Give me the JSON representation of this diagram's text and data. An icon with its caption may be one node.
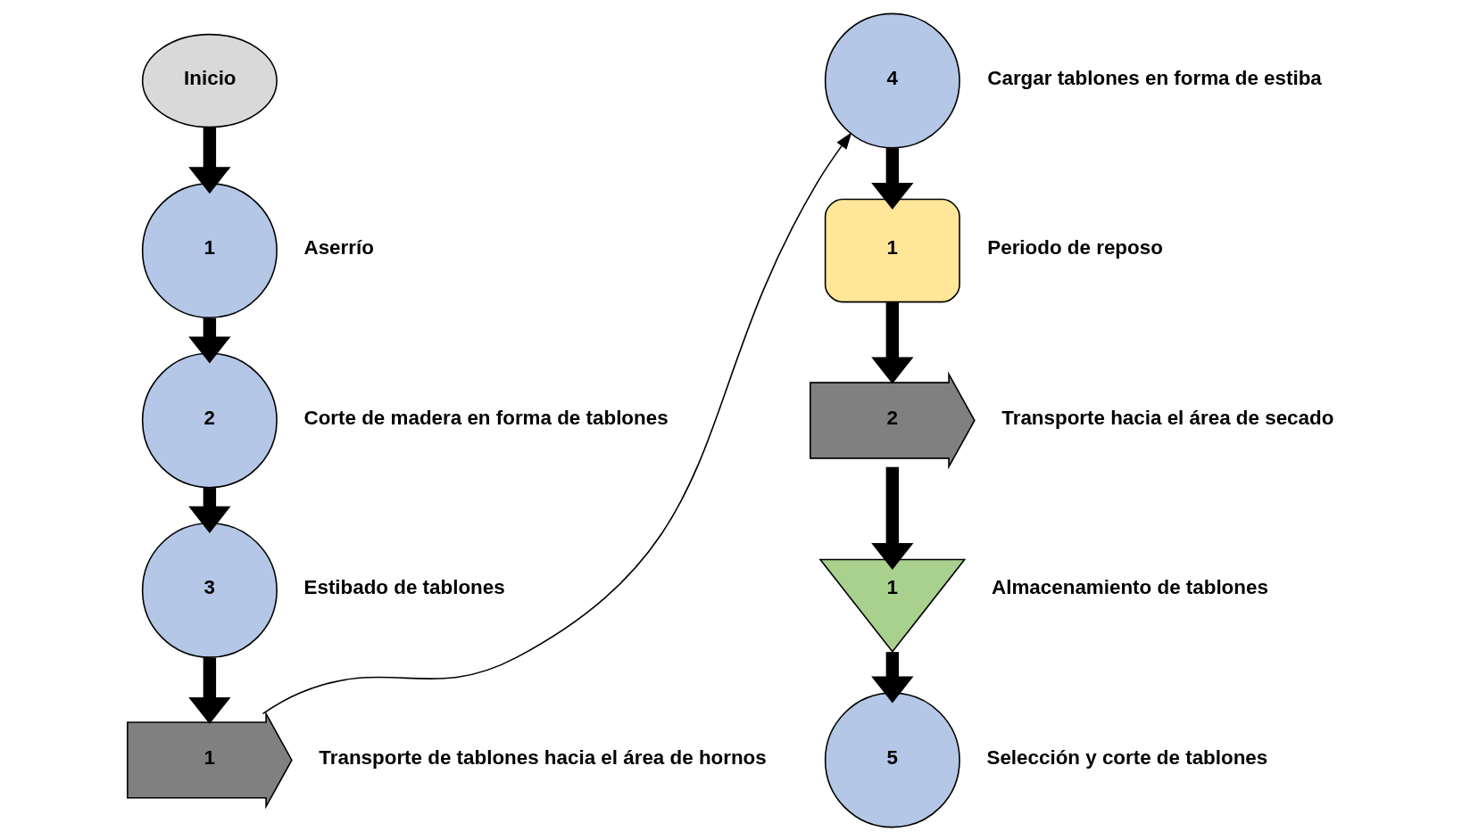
{
  "diagram": {
    "nodes": [
      {
        "text": [
          "Inicio"
        ]
      },
      {
        "text": [
          "1"
        ],
        "beside": [
          "Aserrío"
        ]
      },
      {
        "text": [
          "2"
        ],
        "beside": [
          "Corte de madera en forma de tablones"
        ]
      },
      {
        "text": [
          "3"
        ],
        "beside": [
          "Estibado de tablones"
        ]
      },
      {
        "text": [
          "1"
        ],
        "beside": [
          "Transporte de tablones hacia el área de hornos"
        ]
      },
      {
        "text": [
          "4"
        ],
        "beside": [
          "Cargar tablones en forma de estiba"
        ]
      },
      {
        "text": [
          "1"
        ],
        "beside": [
          "Periodo de reposo"
        ]
      },
      {
        "text": [
          "2"
        ],
        "beside": [
          "Transporte hacia el área de secado"
        ]
      },
      {
        "text": [
          "1"
        ],
        "beside": [
          "Almacenamiento de tablones"
        ]
      },
      {
        "text": [
          "5"
        ],
        "beside": [
          "Selección y corte de tablones"
        ]
      }
    ],
    "edges": [
      {
        "from": 0,
        "to": 1,
        "arrow": "to"
      },
      {
        "from": 1,
        "to": 2,
        "arrow": "to"
      },
      {
        "from": 2,
        "to": 3,
        "arrow": "to"
      },
      {
        "from": 3,
        "to": 4,
        "arrow": "to"
      },
      {
        "from": 4,
        "to": 5,
        "arrow": "to"
      },
      {
        "from": 5,
        "to": 6,
        "arrow": "to"
      },
      {
        "from": 6,
        "to": 7,
        "arrow": "to"
      },
      {
        "from": 7,
        "to": 8,
        "arrow": "to"
      },
      {
        "from": 8,
        "to": 9,
        "arrow": "to"
      }
    ]
  }
}
